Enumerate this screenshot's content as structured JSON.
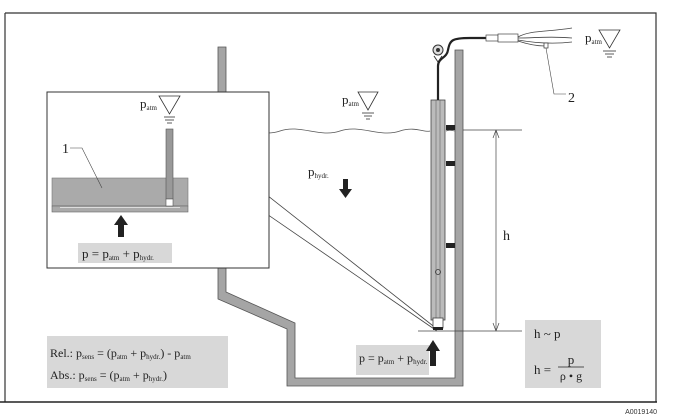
{
  "colors": {
    "wall": "#9a9a9a",
    "formula_box": "#d8d8d8",
    "frame": "#333333",
    "arrow": "#222222"
  },
  "callouts": {
    "one": "1",
    "two": "2"
  },
  "labels": {
    "p": "p",
    "atm": "atm",
    "hydr": "hydr.",
    "h": "h"
  },
  "inset_formula": {
    "lhs": "p = p",
    "atm": "atm",
    "plus": " + p",
    "hydr": "hydr."
  },
  "probe_formula": {
    "lhs": "p = p",
    "atm": "atm",
    "plus": " + p",
    "hydr": "hydr."
  },
  "rel_formula": {
    "prefix": "Rel.: p",
    "sens": "sens",
    "mid": " =  (p",
    "atm": "atm",
    "plus": " + p",
    "hydr": "hydr.",
    "tail": ") - p",
    "atm2": "atm"
  },
  "abs_formula": {
    "prefix": "Abs.: p",
    "sens": "sens",
    "mid": " =  (p",
    "atm": "atm",
    "plus": " + p",
    "hydr": "hydr.",
    "tail": ")"
  },
  "h_formula": {
    "proportional": "h ~ p",
    "lhs": "h =",
    "numerator": "p",
    "denominator": "ρ • g"
  },
  "figure_code": "A0019140"
}
